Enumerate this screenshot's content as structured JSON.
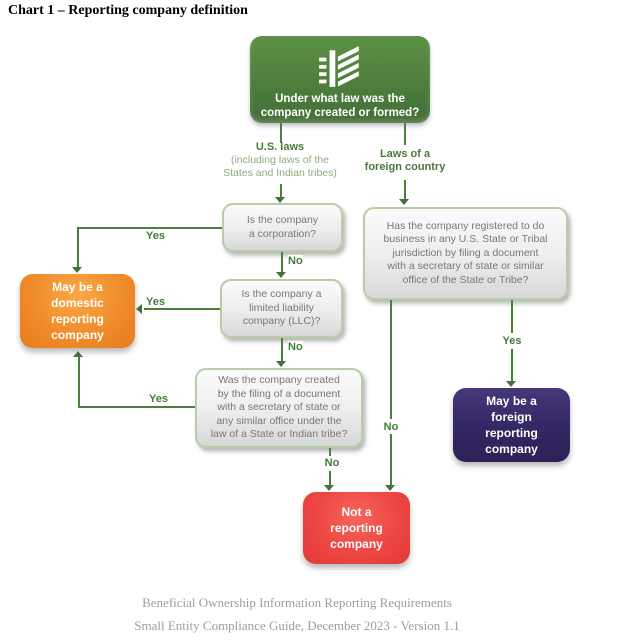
{
  "title": "Chart 1 – Reporting company definition",
  "root": {
    "icon": "building-icon",
    "text": "Under what law was the\ncompany created or formed?"
  },
  "branches": {
    "us": {
      "label": "U.S. laws",
      "sublabel": "(including laws of the\nStates and Indian tribes)"
    },
    "foreign": {
      "label": "Laws of a\nforeign country"
    }
  },
  "questions": {
    "corporation": "Is the company\na corporation?",
    "llc": "Is the company a\nlimited liability\ncompany (LLC)?",
    "created_by_filing": "Was the company created\nby the filing of a document\nwith a secretary of state or\nany similar office under the\nlaw of a State or Indian tribe?",
    "foreign_registered": "Has the company registered to do\nbusiness in any U.S. State or Tribal\njurisdiction by filing a document\nwith a secretary of state or similar\noffice of the State or Tribe?"
  },
  "outcomes": {
    "domestic": "May be a\ndomestic\nreporting\ncompany",
    "foreign": "May be a\nforeign\nreporting\ncompany",
    "not_reporting": "Not a\nreporting\ncompany"
  },
  "labels": {
    "yes": "Yes",
    "no": "No"
  },
  "footer": {
    "line1": "Beneficial Ownership Information Reporting Requirements",
    "line2": "Small Entity Compliance Guide, December 2023 - Version 1.1"
  },
  "colors": {
    "root_green": "#4c7d3c",
    "domestic_orange": "#f08c2c",
    "foreign_purple": "#352866",
    "not_reporting_red": "#ee4642",
    "connector_green": "#4a7f3e",
    "edge_label_green": "#3f7c36",
    "question_text_gray": "#76777b",
    "question_border_green": "#b7cda3",
    "footer_gray": "#9c9da3"
  }
}
